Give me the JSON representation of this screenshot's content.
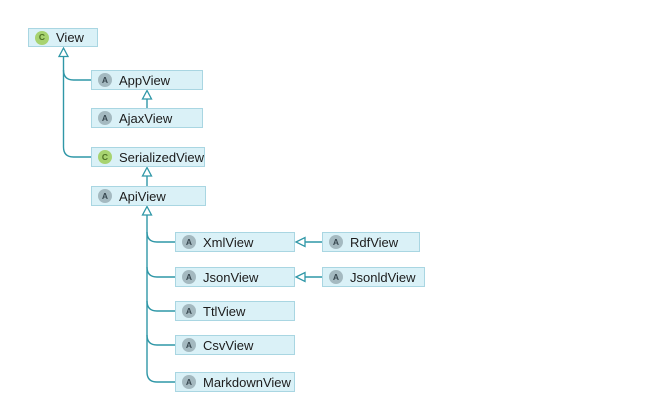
{
  "diagram": {
    "kind": "class-inheritance-hierarchy",
    "icons": {
      "class_letter": "C",
      "abstract_letter": "A"
    },
    "nodes": [
      {
        "id": "view",
        "label": "View",
        "type": "class",
        "icon": "C"
      },
      {
        "id": "appview",
        "label": "AppView",
        "type": "abstract-class",
        "icon": "A"
      },
      {
        "id": "ajaxview",
        "label": "AjaxView",
        "type": "abstract-class",
        "icon": "A"
      },
      {
        "id": "serializedview",
        "label": "SerializedView",
        "type": "class",
        "icon": "C"
      },
      {
        "id": "apiview",
        "label": "ApiView",
        "type": "abstract-class",
        "icon": "A"
      },
      {
        "id": "xmlview",
        "label": "XmlView",
        "type": "abstract-class",
        "icon": "A"
      },
      {
        "id": "jsonview",
        "label": "JsonView",
        "type": "abstract-class",
        "icon": "A"
      },
      {
        "id": "ttlview",
        "label": "TtlView",
        "type": "abstract-class",
        "icon": "A"
      },
      {
        "id": "csvview",
        "label": "CsvView",
        "type": "abstract-class",
        "icon": "A"
      },
      {
        "id": "markdownview",
        "label": "MarkdownView",
        "type": "abstract-class",
        "icon": "A"
      },
      {
        "id": "rdfview",
        "label": "RdfView",
        "type": "abstract-class",
        "icon": "A"
      },
      {
        "id": "jsonldview",
        "label": "JsonldView",
        "type": "abstract-class",
        "icon": "A"
      }
    ],
    "edges": [
      {
        "from": "AppView",
        "to": "View",
        "relation": "inherits"
      },
      {
        "from": "SerializedView",
        "to": "View",
        "relation": "inherits"
      },
      {
        "from": "AjaxView",
        "to": "AppView",
        "relation": "inherits"
      },
      {
        "from": "ApiView",
        "to": "SerializedView",
        "relation": "inherits"
      },
      {
        "from": "XmlView",
        "to": "ApiView",
        "relation": "inherits"
      },
      {
        "from": "JsonView",
        "to": "ApiView",
        "relation": "inherits"
      },
      {
        "from": "TtlView",
        "to": "ApiView",
        "relation": "inherits"
      },
      {
        "from": "CsvView",
        "to": "ApiView",
        "relation": "inherits"
      },
      {
        "from": "MarkdownView",
        "to": "ApiView",
        "relation": "inherits"
      },
      {
        "from": "RdfView",
        "to": "XmlView",
        "relation": "inherits"
      },
      {
        "from": "JsonldView",
        "to": "JsonView",
        "relation": "inherits"
      }
    ],
    "colors": {
      "bg": "#ffffff",
      "node-fill": "#daf1f7",
      "node-border": "#a9d6e2",
      "edge": "#2f97a7",
      "arrow-fill": "#ffffff",
      "class-icon-bg": "#a7d370",
      "class-icon-fg": "#4c7022",
      "abstract-icon-bg": "#a4b9c0",
      "abstract-icon-fg": "#37474f",
      "label": "#1c1c1c"
    }
  }
}
